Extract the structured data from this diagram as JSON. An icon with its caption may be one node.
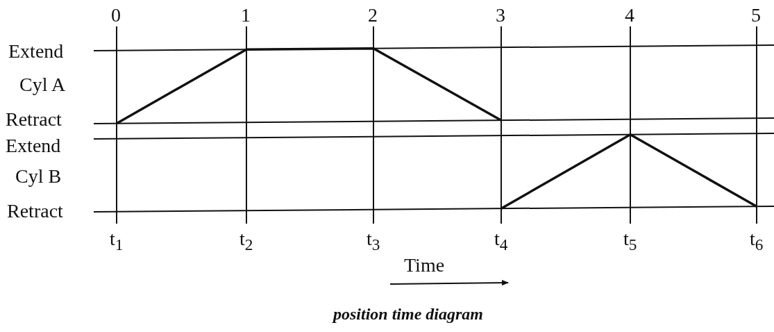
{
  "diagram": {
    "caption": "position time diagram",
    "labels": [
      "0",
      "1",
      "2",
      "3",
      "4",
      "5",
      "Extend",
      "Cyl A",
      "Retract",
      "Extend",
      "Cyl B",
      "Retract",
      "t$_{1}$",
      "t$_{2}$",
      "t$_{3}$",
      "t$_{4}$",
      "t$_{5}$",
      "t$_{6}$",
      "Time"
    ]
  }
}
